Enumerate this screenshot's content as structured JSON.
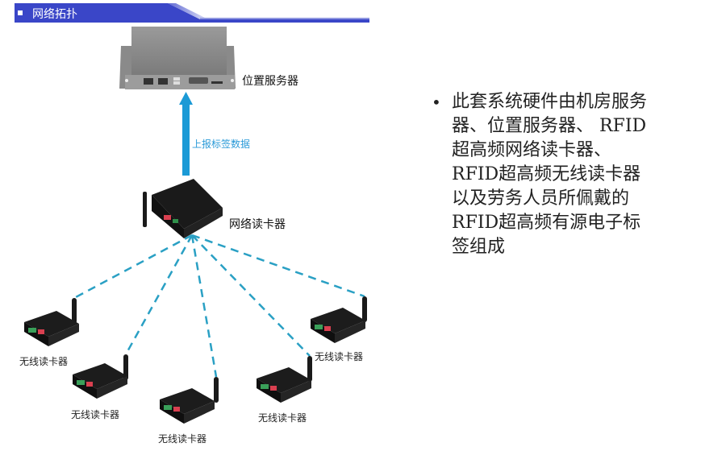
{
  "header": {
    "title": "网络拓扑",
    "bar_color": "#3a46c8"
  },
  "diagram": {
    "server_label": "位置服务器",
    "arrow_label": "上报标签数据",
    "arrow_color": "#1b9ad6",
    "network_reader_label": "网络读卡器",
    "link_color": "#2aa0c4",
    "wireless_readers": [
      {
        "label": "无线读卡器"
      },
      {
        "label": "无线读卡器"
      },
      {
        "label": "无线读卡器"
      },
      {
        "label": "无线读卡器"
      },
      {
        "label": "无线读卡器"
      }
    ]
  },
  "description": {
    "bullet": "•",
    "text": "此套系统硬件由机房服务器、位置服务器、 RFID超高频网络读卡器、RFID超高频无线读卡器以及劳务人员所佩戴的RFID超高频有源电子标签组成",
    "lines": [
      "此套系统硬件由机房服务",
      "器、位置服务器、 RFID",
      "超高频网络读卡器、",
      "RFID超高频无线读卡器",
      "以及劳务人员所佩戴的",
      "RFID超高频有源电子标",
      "签组成"
    ]
  }
}
